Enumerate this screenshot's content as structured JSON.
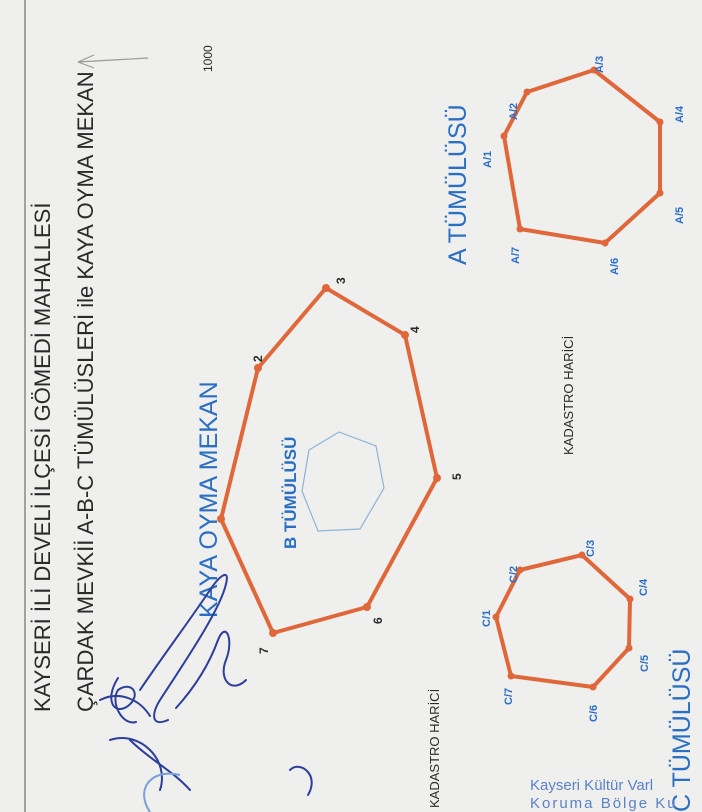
{
  "title": {
    "line1": "KAYSERİ İLİ DEVELİ İLÇESİ GÖMEDİ MAHALLESİ",
    "line2": "ÇARDAK MEVKİİ A-B-C TÜMÜLÜSLERİ ile KAYA OYMA MEKAN"
  },
  "scale_label": "1000",
  "kaya_oyma": {
    "label": "KAYA OYMA MEKAN",
    "points": [
      "2",
      "3",
      "4",
      "5",
      "6",
      "7"
    ]
  },
  "b_tumulus": {
    "label": "B TÜMÜLÜSÜ"
  },
  "a_tumulus": {
    "label": "A TÜMÜLÜSÜ",
    "points": [
      "A/1",
      "A/2",
      "A/3",
      "A/4",
      "A/5",
      "A/6",
      "A/7"
    ]
  },
  "c_tumulus": {
    "label": "C TÜMÜLÜSÜ",
    "points": [
      "C/1",
      "C/2",
      "C/3",
      "C/4",
      "C/5",
      "C/6",
      "C/7"
    ]
  },
  "kadastro_label_1": "KADASTRO HARİCİ",
  "kadastro_label_2": "KADASTRO HARİCİ",
  "stamp": {
    "line1": "Kayseri Kültür Varl",
    "line2": "Koruma Bölge Ku"
  },
  "colors": {
    "boundary": "#e0673a",
    "accent_blue": "#2a6fc4",
    "ink": "#2a2a2a",
    "faint_blue": "#8fb3d8"
  }
}
